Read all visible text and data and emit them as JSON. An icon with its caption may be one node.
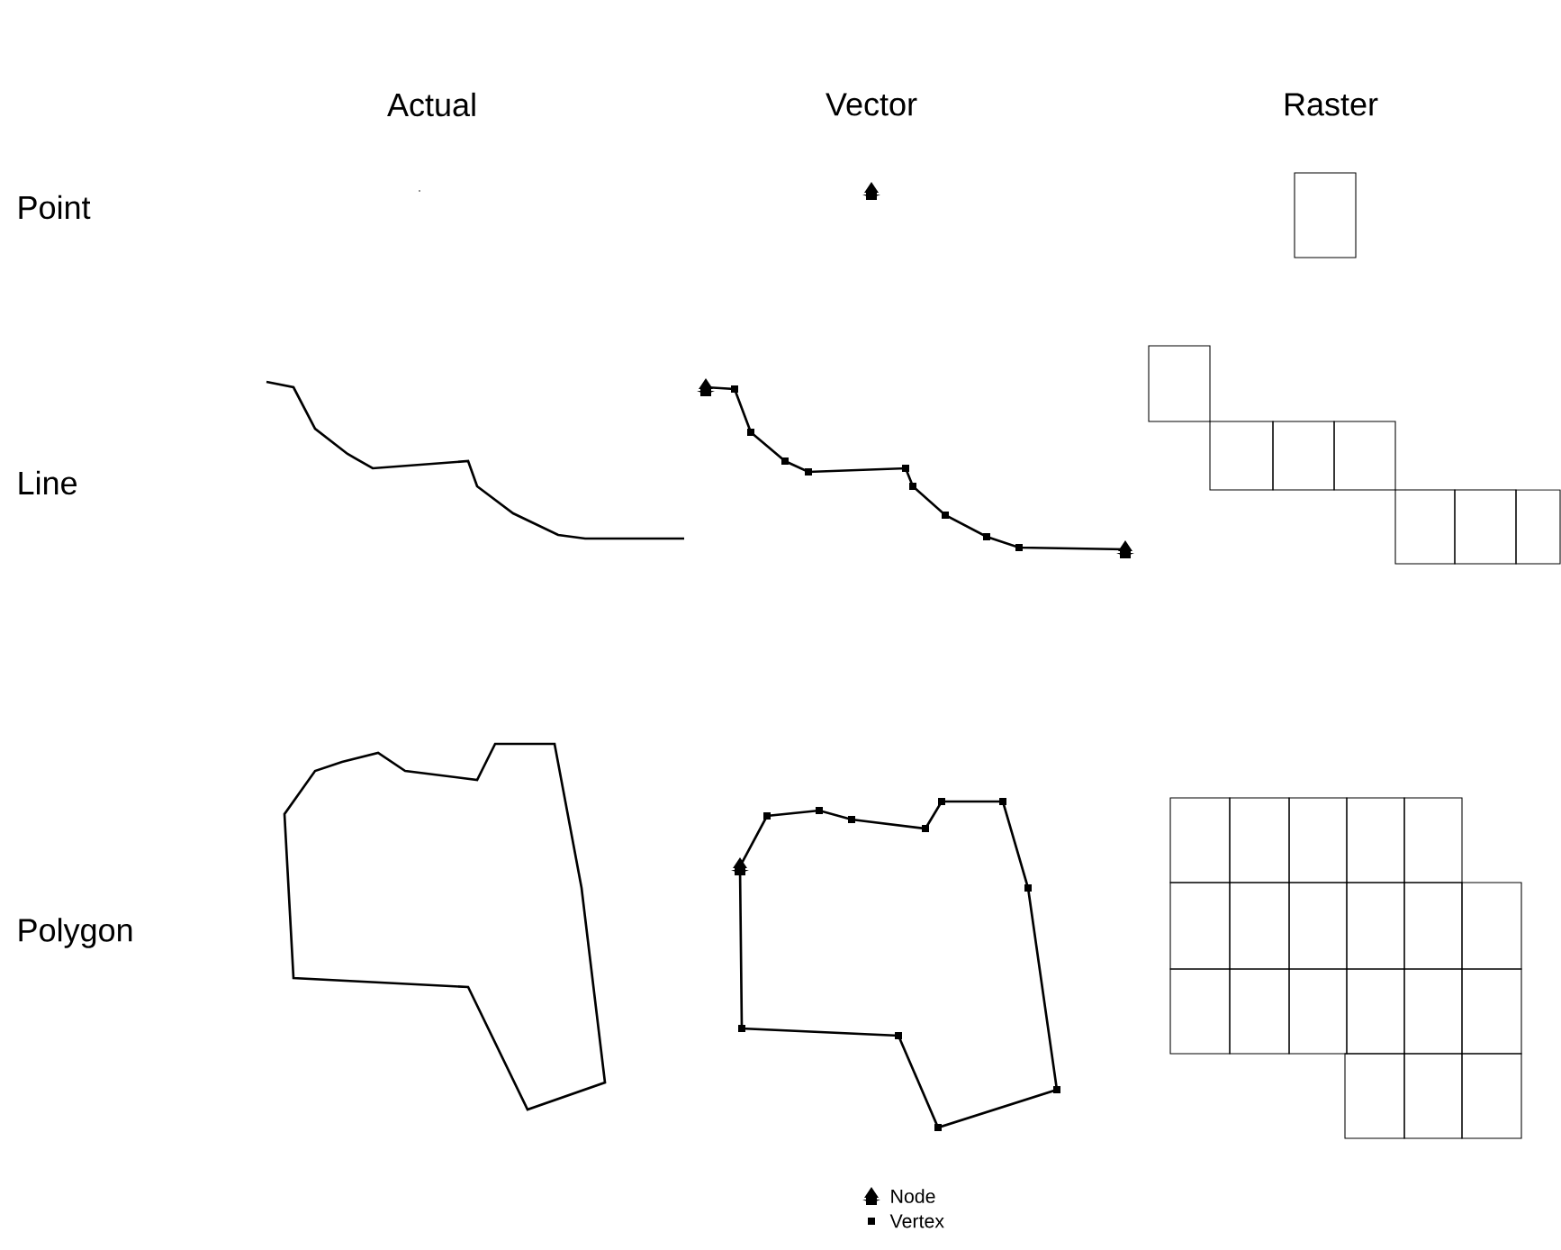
{
  "diagram": {
    "labels": [
      "Actual",
      "Vector",
      "Raster",
      "Point",
      "Line",
      "Polygon"
    ],
    "legend": [
      {
        "text": "Node"
      },
      {
        "text": "Vertex"
      }
    ]
  }
}
